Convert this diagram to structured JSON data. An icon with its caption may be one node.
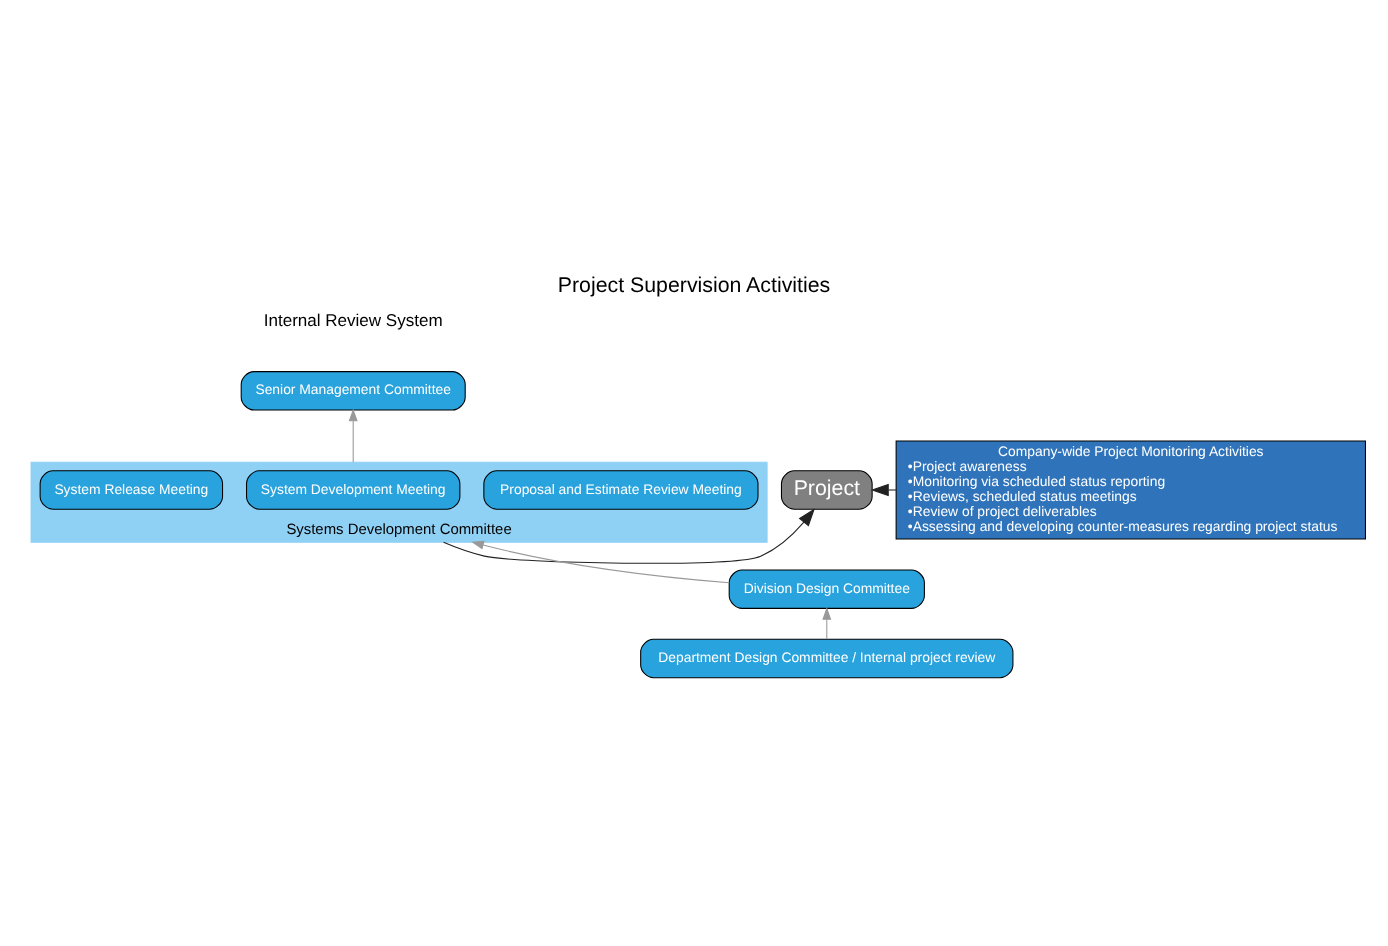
{
  "diagram": {
    "title": "Project Supervision Activities",
    "nodes": [
      {
        "text": [
          "Senior Management Committee"
        ]
      },
      {
        "text": [
          "Systems Development Committee"
        ]
      },
      {
        "text": [
          "Proposal and Estimate Review Meeting"
        ],
        "in": 1
      },
      {
        "text": [
          "System Development Meeting"
        ],
        "in": 1
      },
      {
        "text": [
          "System Release Meeting"
        ],
        "in": 1
      },
      {
        "text": [
          "Project"
        ]
      },
      {
        "text": [
          "Company-wide Project Monitoring Activities",
          "•Project awareness",
          "•Monitoring via scheduled status reporting",
          "•Reviews, scheduled status meetings",
          "•Review of project deliverables",
          "•Assessing and developing counter-measures regarding project status"
        ]
      },
      {
        "text": [
          "Division Design Committee"
        ]
      },
      {
        "text": [
          "Department Design Committee / Internal project review"
        ]
      }
    ],
    "edges": [
      {
        "from": 8,
        "to": 7,
        "arrow": "to"
      },
      {
        "from": 7,
        "to": 1,
        "arrow": "to"
      },
      {
        "from": 1,
        "to": 0,
        "arrow": "to"
      },
      {
        "from": 1,
        "to": 5,
        "arrow": "to",
        "color": "#222222"
      },
      {
        "from": 6,
        "to": 5,
        "arrow": "to",
        "color": "#222222"
      }
    ],
    "labels": [
      "Internal Review System"
    ]
  }
}
